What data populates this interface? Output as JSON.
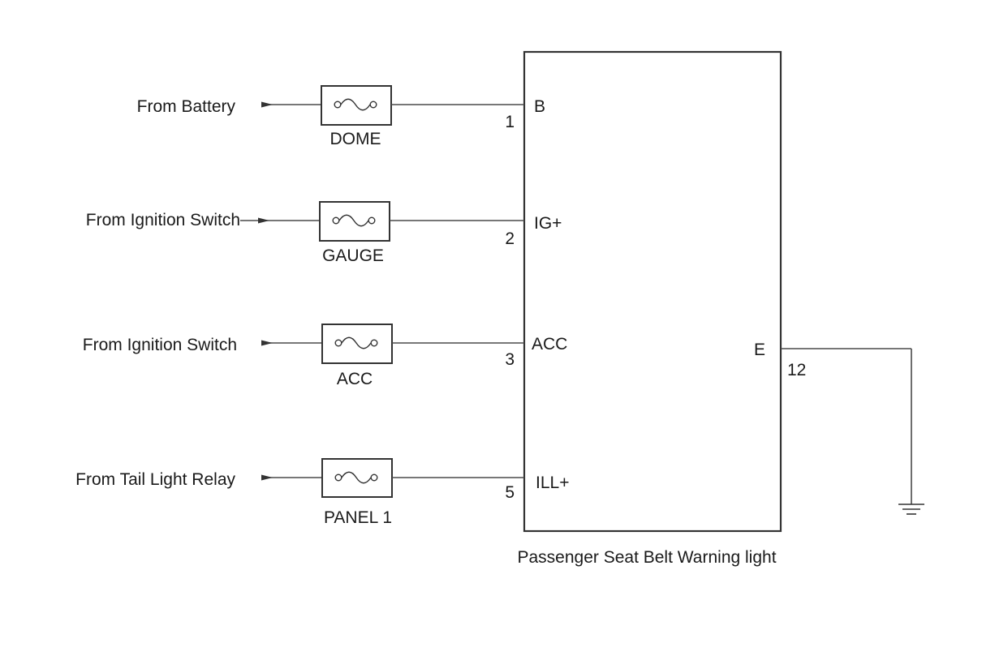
{
  "inputs": [
    {
      "source": "From Battery",
      "fuse": "DOME",
      "pin": "1",
      "terminal": "B"
    },
    {
      "source": "From Ignition Switch",
      "fuse": "GAUGE",
      "pin": "2",
      "terminal": "IG+"
    },
    {
      "source": "From Ignition Switch",
      "fuse": "ACC",
      "pin": "3",
      "terminal": "ACC"
    },
    {
      "source": "From Tail Light Relay",
      "fuse": "PANEL 1",
      "pin": "5",
      "terminal": "ILL+"
    }
  ],
  "ground": {
    "terminal": "E",
    "pin": "12",
    "icon": "ground-icon"
  },
  "component": {
    "label": "Passenger Seat Belt Warning light"
  },
  "icons": {
    "fuse": "fuse-icon",
    "arrow": "arrow-icon"
  },
  "colors": {
    "line": "#333333",
    "text": "#1a1a1a",
    "background": "#ffffff"
  }
}
